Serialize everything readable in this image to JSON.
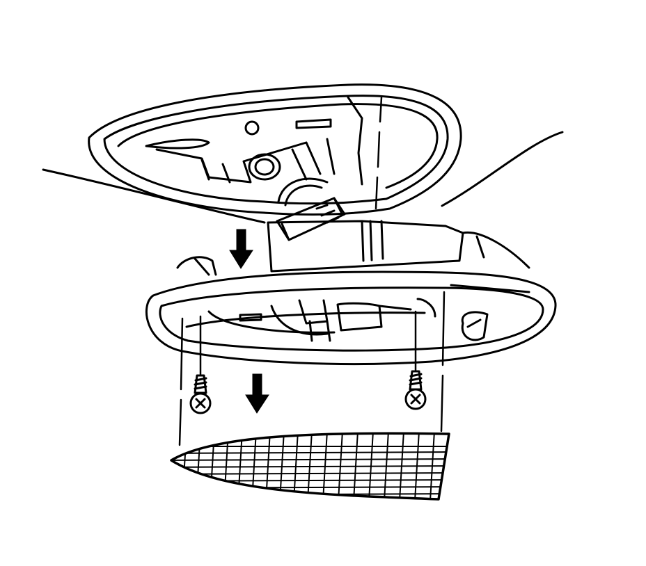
{
  "diagram": {
    "line_color": "#000000",
    "background": "#ffffff",
    "parts": [
      "headliner-surface",
      "upper-housing",
      "electrical-connector",
      "lamp-housing",
      "mounting-screw-left",
      "mounting-screw-right",
      "lens"
    ],
    "arrows": [
      "down-arrow",
      "down-arrow"
    ]
  }
}
